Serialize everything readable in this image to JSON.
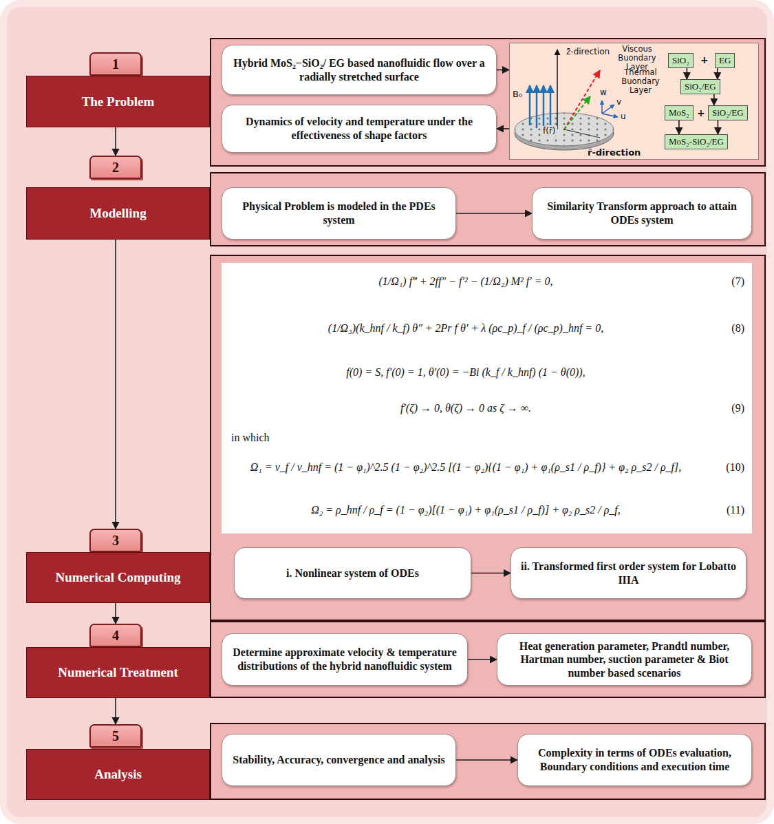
{
  "diagram": {
    "nodes": [
      {
        "text": [
          "1"
        ]
      },
      {
        "text": [
          "The Problem"
        ]
      },
      {
        "text": [
          "Hybrid MoS₂−SiO₂/ EG based nanofluidic flow over a radially stretched surface"
        ]
      },
      {
        "text": [
          "Dynamics of velocity and temperature under the effectiveness of shape factors"
        ]
      },
      {
        "text": [
          "z̄-direction",
          "Viscous Buondary Layer",
          "Thermal Buondary Layer",
          "r̄-direction"
        ]
      },
      {
        "text": [
          "SiO₂"
        ],
        "in": 4
      },
      {
        "text": [
          "EG"
        ],
        "in": 4
      },
      {
        "text": [
          "SiO₂/EG"
        ],
        "in": 4
      },
      {
        "text": [
          "MoS₂"
        ],
        "in": 4
      },
      {
        "text": [
          "SiO₂/EG"
        ],
        "in": 4
      },
      {
        "text": [
          "MoS₂-SiO₂/EG"
        ],
        "in": 4
      },
      {
        "text": [
          "2"
        ]
      },
      {
        "text": [
          "Modelling"
        ]
      },
      {
        "text": [
          "Physical Problem is modeled in the PDEs system"
        ]
      },
      {
        "text": [
          "Similarity Transform approach to attain ODEs system"
        ]
      },
      {
        "text": [
          "(1/Ω₁) f‴ + 2ff″ − f′² − (1/Ω₂) M² f′ = 0,",
          "(7)",
          "(1/Ω₃)(k_hnf / k_f) θ″ + 2Pr f θ′ + λ (ρc_p)_f / (ρc_p)_hnf = 0,",
          "(8)",
          "f(0) = S,  f′(0) = 1,  θ′(0) = −Bi (k_f / k_hnf) (1 − θ(0)),",
          "f′(ζ) → 0,  θ(ζ) → 0 as ζ → ∞.",
          "(9)",
          "in which",
          "Ω₁ = ν_f / ν_hnf = (1 − φ₁)^2.5 (1 − φ₂)^2.5 [(1 − φ₂){(1 − φ₁) + φ₁(ρ_s1 / ρ_f)} + φ₂ ρ_s2 / ρ_f],",
          "(10)",
          "Ω₂ = ρ_hnf / ρ_f = (1 − φ₂)[(1 − φ₁) + φ₁(ρ_s1 / ρ_f)] + φ₂ ρ_s2 / ρ_f,",
          "(11)"
        ]
      },
      {
        "text": [
          "3"
        ]
      },
      {
        "text": [
          "Numerical Computing"
        ]
      },
      {
        "text": [
          "i. Nonlinear system of ODEs"
        ]
      },
      {
        "text": [
          "ii. Transformed first order system for Lobatto IIIA"
        ]
      },
      {
        "text": [
          "4"
        ]
      },
      {
        "text": [
          "Numerical Treatment"
        ]
      },
      {
        "text": [
          "Determine approximate velocity & temperature distributions of the hybrid nanofluidic system"
        ]
      },
      {
        "text": [
          "Heat generation parameter, Prandtl number, Hartman number, suction parameter & Biot number based scenarios"
        ]
      },
      {
        "text": [
          "5"
        ]
      },
      {
        "text": [
          "Analysis"
        ]
      },
      {
        "text": [
          "Stability, Accuracy, convergence and analysis"
        ]
      },
      {
        "text": [
          "Complexity in terms of ODEs evaluation, Boundary conditions and execution time"
        ]
      }
    ],
    "edges": [
      {
        "from": 1,
        "to": 11,
        "arrow": "to"
      },
      {
        "from": 12,
        "to": 16,
        "arrow": "to"
      },
      {
        "from": 17,
        "to": 20,
        "arrow": "to"
      },
      {
        "from": 21,
        "to": 24,
        "arrow": "to"
      },
      {
        "from": 2,
        "to": 4,
        "arrow": "to"
      },
      {
        "from": 4,
        "to": 3,
        "arrow": "to"
      },
      {
        "from": 5,
        "to": 7,
        "arrow": "to"
      },
      {
        "from": 6,
        "to": 7,
        "arrow": "to"
      },
      {
        "from": 7,
        "to": 9,
        "arrow": "to"
      },
      {
        "from": 8,
        "to": 10,
        "arrow": "to"
      },
      {
        "from": 9,
        "to": 10,
        "arrow": "to"
      },
      {
        "from": 13,
        "to": 14,
        "arrow": "to"
      },
      {
        "from": 18,
        "to": 19,
        "arrow": "to"
      },
      {
        "from": 22,
        "to": 23,
        "arrow": "to"
      },
      {
        "from": 26,
        "to": 27,
        "arrow": "to"
      }
    ],
    "labels": [
      "+",
      "+",
      "B₀",
      "w",
      "v",
      "u",
      "f(r̄)"
    ]
  }
}
